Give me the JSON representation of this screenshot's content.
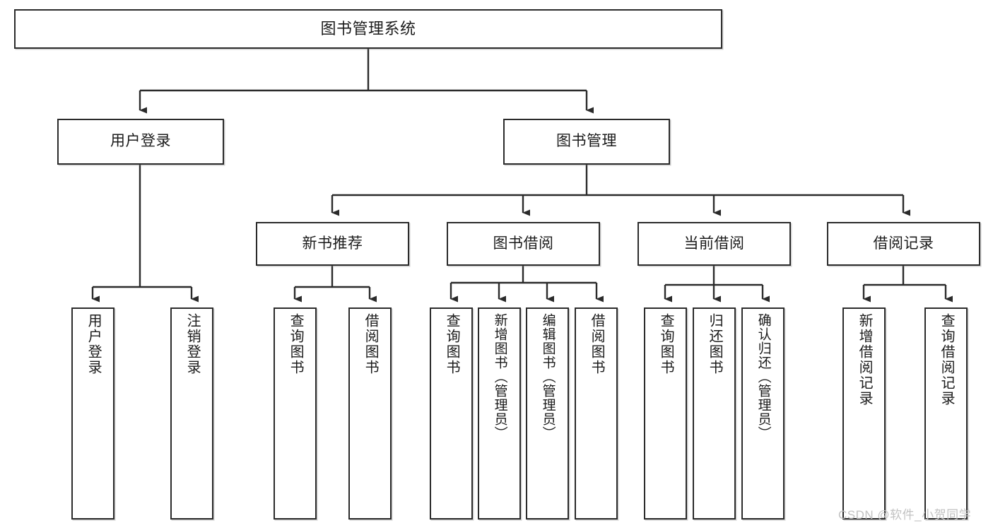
{
  "diagram": {
    "title": "图书管理系统",
    "type": "tree-structure-chart",
    "watermark": "CSDN @软件_小贺同学",
    "colors": {
      "box_border": "#2b2b2b",
      "box_fill": "#ffffff",
      "connector": "#2b2b2b",
      "text": "#1b1b1b",
      "watermark": "#c2c2c2"
    },
    "nodes": {
      "root": {
        "label": "图书管理系统"
      },
      "level2": [
        {
          "id": "user-login",
          "label": "用户登录"
        },
        {
          "id": "book-manage",
          "label": "图书管理"
        }
      ],
      "level3": [
        {
          "id": "new-book-recommend",
          "label": "新书推荐"
        },
        {
          "id": "book-borrow",
          "label": "图书借阅"
        },
        {
          "id": "current-borrow",
          "label": "当前借阅"
        },
        {
          "id": "borrow-record",
          "label": "借阅记录"
        }
      ],
      "leaves": {
        "user-login": [
          {
            "id": "leaf-user-login",
            "label": "用户登录"
          },
          {
            "id": "leaf-logout-login",
            "label": "注销登录"
          }
        ],
        "new-book-recommend": [
          {
            "id": "leaf-query-book-1",
            "label": "查询图书"
          },
          {
            "id": "leaf-borrow-book-1",
            "label": "借阅图书"
          }
        ],
        "book-borrow": [
          {
            "id": "leaf-query-book-2",
            "label": "查询图书"
          },
          {
            "id": "leaf-add-book-admin",
            "label": "新增图书（管理员）"
          },
          {
            "id": "leaf-edit-book-admin",
            "label": "编辑图书（管理员）"
          },
          {
            "id": "leaf-borrow-book-2",
            "label": "借阅图书"
          }
        ],
        "current-borrow": [
          {
            "id": "leaf-query-book-3",
            "label": "查询图书"
          },
          {
            "id": "leaf-return-book",
            "label": "归还图书"
          },
          {
            "id": "leaf-confirm-return-admin",
            "label": "确认归还（管理员）"
          }
        ],
        "borrow-record": [
          {
            "id": "leaf-add-borrow-record",
            "label": "新增借阅记录"
          },
          {
            "id": "leaf-query-borrow-record",
            "label": "查询借阅记录"
          }
        ]
      }
    }
  }
}
